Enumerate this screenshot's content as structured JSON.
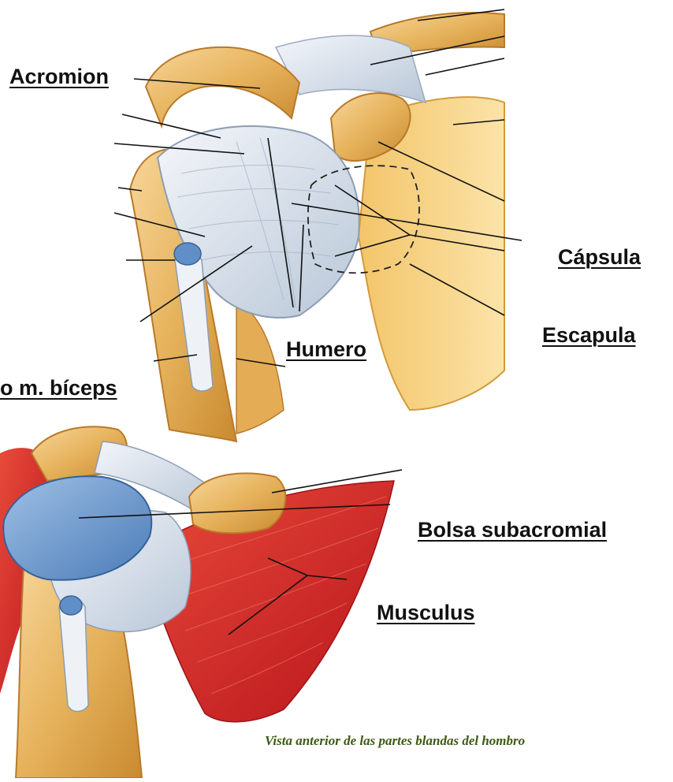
{
  "labels": {
    "acromion": "Acromion",
    "capsula": "Cápsula",
    "escapula": "Escapula",
    "humero": "Humero",
    "biceps": "o m. bíceps",
    "bolsa": "Bolsa subacromial",
    "musculus": "Musculus"
  },
  "caption": "Vista anterior de las partes blandas del hombro",
  "colors": {
    "bone": "#e8b860",
    "bone_dark": "#c98a30",
    "ligament": "#dfe6ee",
    "cartilage": "#8fb3d6",
    "muscle": "#d4262a",
    "bursa": "#6e9bd0",
    "scapula": "#f2c872"
  }
}
